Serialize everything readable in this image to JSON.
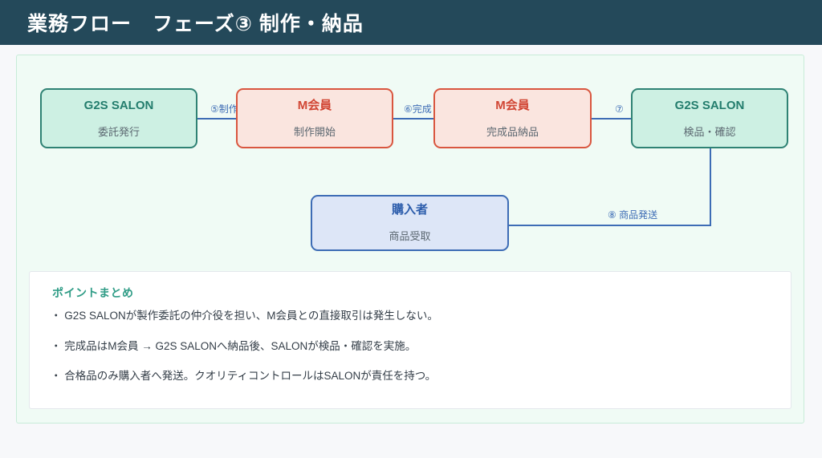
{
  "header": {
    "title": "業務フロー　フェーズ③ 制作・納品",
    "bg_color": "#24495a",
    "text_color": "#ffffff"
  },
  "panel": {
    "bg_color": "#f0fbf5",
    "border_color": "#c8ecd8"
  },
  "flow": {
    "nodes": [
      {
        "id": "salon-issue",
        "title": "G2S SALON",
        "subtitle": "委託発行",
        "style": "teal",
        "border_color": "#2f8274",
        "fill_color": "#cdf0e3"
      },
      {
        "id": "member-start",
        "title": "M会員",
        "subtitle": "制作開始",
        "style": "red",
        "border_color": "#d9563f",
        "fill_color": "#fae5df"
      },
      {
        "id": "member-deliv",
        "title": "M会員",
        "subtitle": "完成品納品",
        "style": "red",
        "border_color": "#d9563f",
        "fill_color": "#fae5df"
      },
      {
        "id": "salon-check",
        "title": "G2S SALON",
        "subtitle": "検品・確認",
        "style": "teal",
        "border_color": "#2f8274",
        "fill_color": "#cdf0e3"
      },
      {
        "id": "buyer",
        "title": "購入者",
        "subtitle": "商品受取",
        "style": "blue",
        "border_color": "#3d6cb5",
        "fill_color": "#dde6f7"
      }
    ],
    "connector_color": "#3d6cb5",
    "labels": [
      {
        "id": "label-5",
        "text": "⑤制作"
      },
      {
        "id": "label-6",
        "text": "⑥完成"
      },
      {
        "id": "label-7",
        "text": "⑦"
      },
      {
        "id": "label-8",
        "text": "⑧ 商品発送"
      }
    ]
  },
  "summary": {
    "heading": "ポイントまとめ",
    "heading_color": "#2f9c86",
    "items": [
      "・ G2S SALONが製作委託の仲介役を担い、M会員との直接取引は発生しない。",
      "・ 完成品はM会員 → G2S SALONへ納品後、SALONが検品・確認を実施。",
      "・ 合格品のみ購入者へ発送。クオリティコントロールはSALONが責任を持つ。"
    ]
  }
}
